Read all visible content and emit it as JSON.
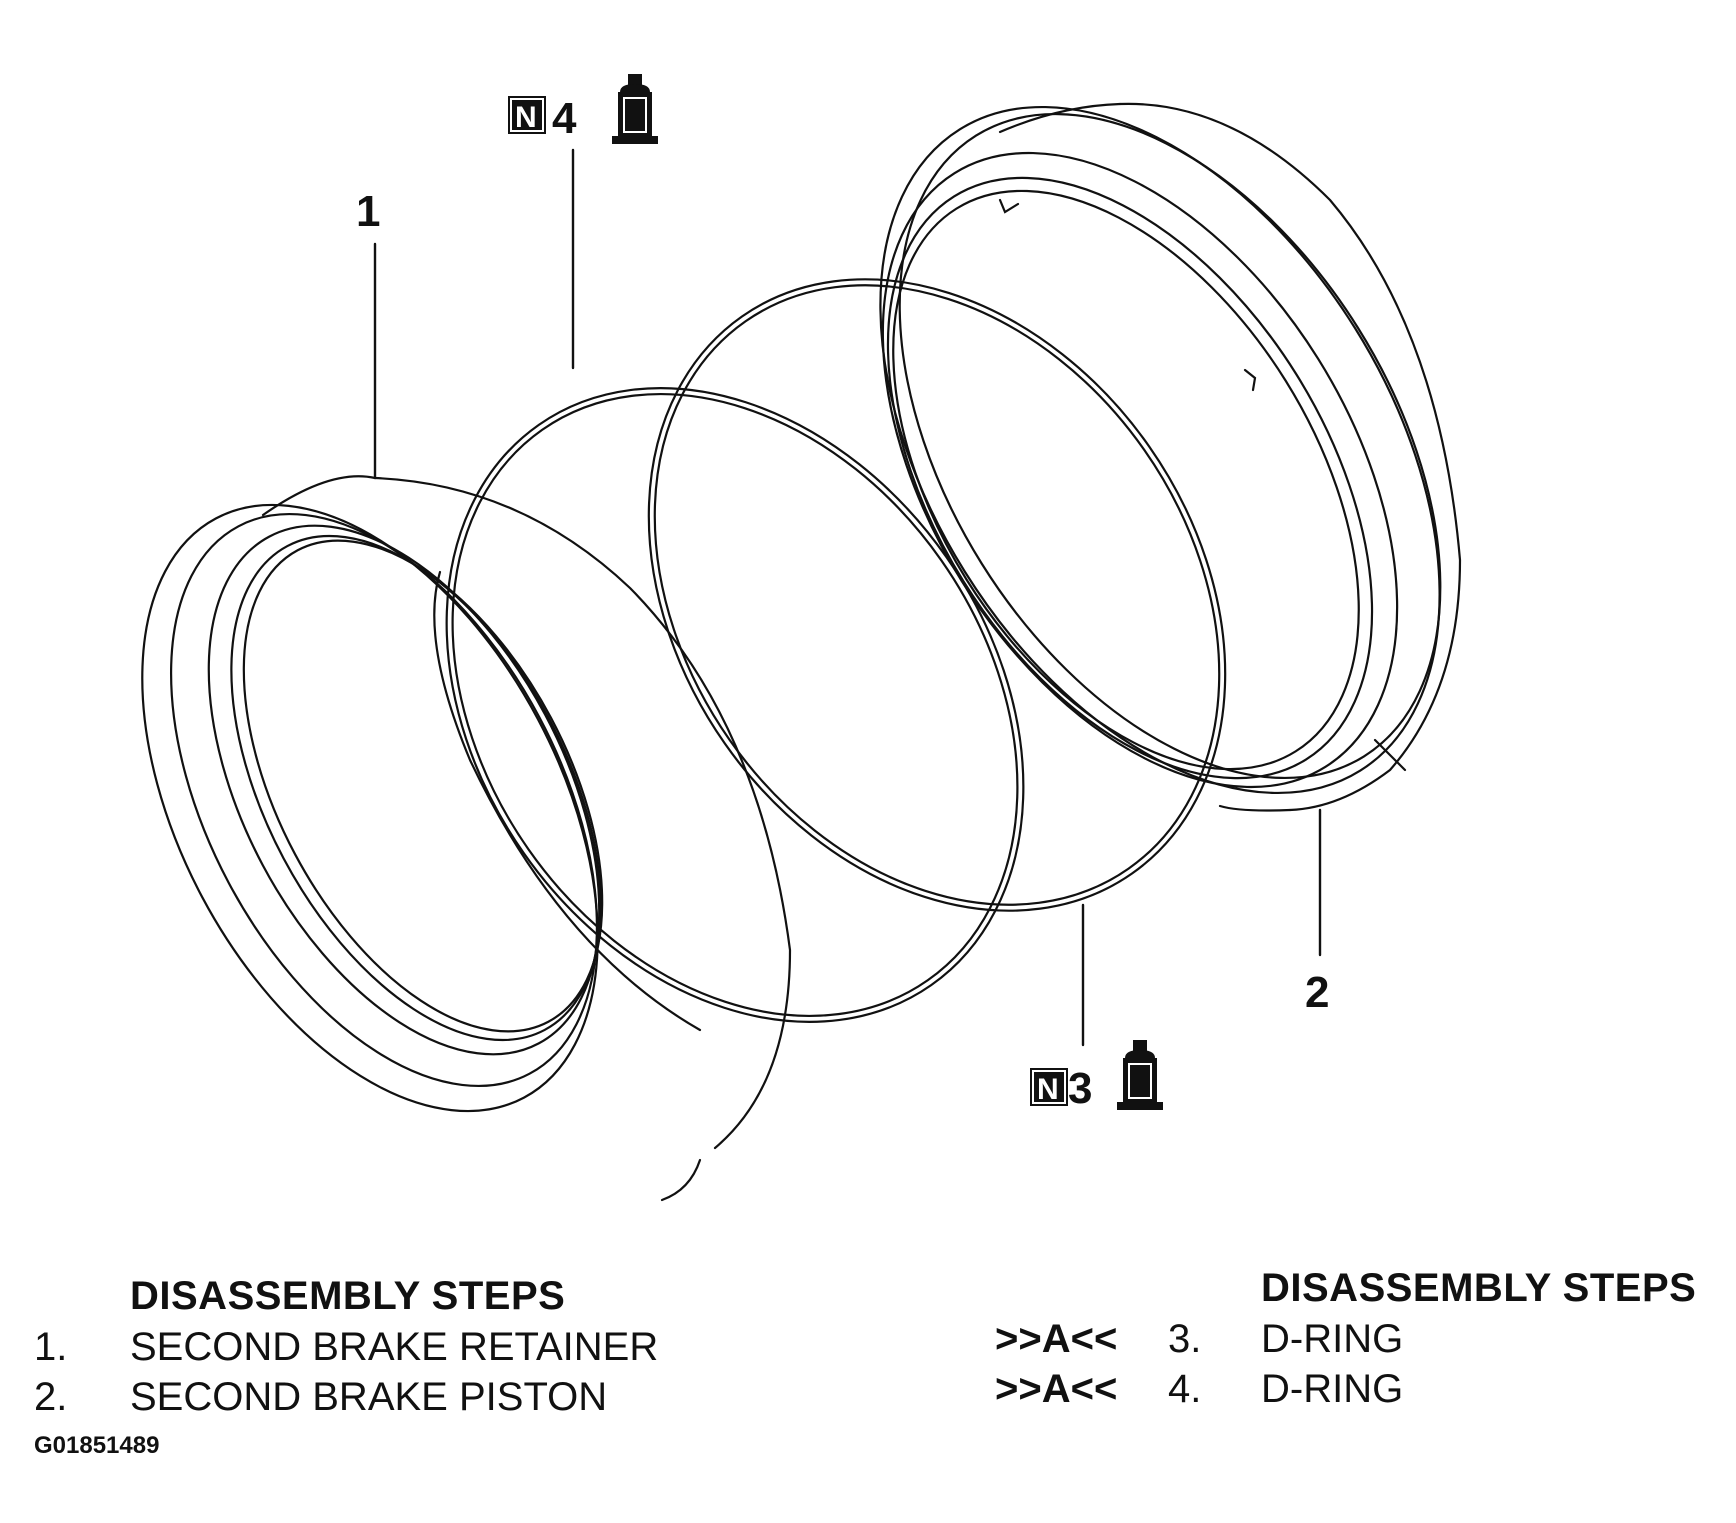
{
  "callouts": {
    "c1": "1",
    "c2": "2",
    "c3": "3",
    "c4": "4",
    "n_badge": "N"
  },
  "icons": {
    "new_part": "n-badge-icon",
    "lubricant": "lubricant-can-icon"
  },
  "steps_left": {
    "heading": "DISASSEMBLY STEPS",
    "items": [
      {
        "num": "1.",
        "name": "SECOND BRAKE RETAINER"
      },
      {
        "num": "2.",
        "name": "SECOND BRAKE PISTON"
      }
    ]
  },
  "steps_right": {
    "heading": "DISASSEMBLY STEPS",
    "items": [
      {
        "mark": ">>A<<",
        "num": "3.",
        "name": "D-RING"
      },
      {
        "mark": ">>A<<",
        "num": "4.",
        "name": "D-RING"
      }
    ]
  },
  "figure_id": "G01851489"
}
